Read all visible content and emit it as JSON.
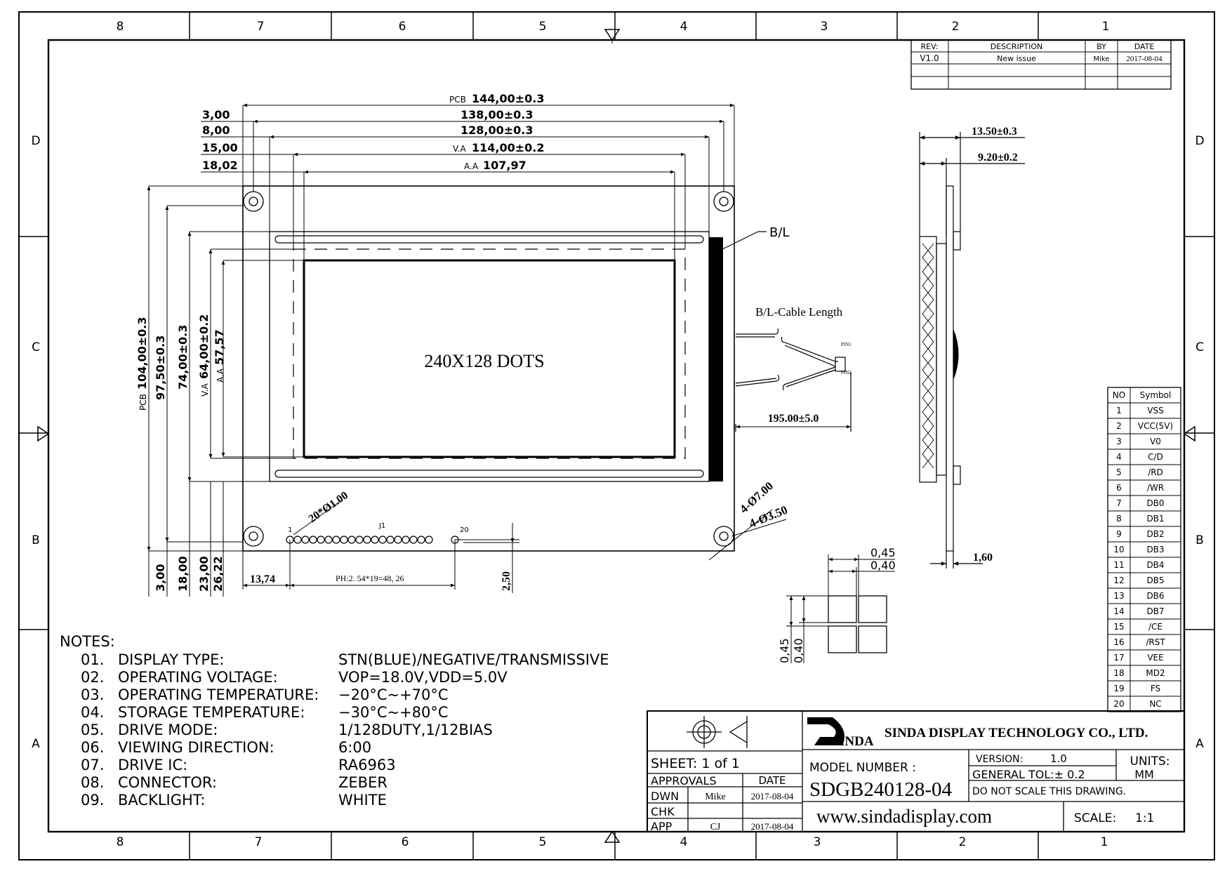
{
  "border": {
    "columns": [
      "8",
      "7",
      "6",
      "5",
      "4",
      "3",
      "2",
      "1"
    ],
    "rows": [
      "D",
      "C",
      "B",
      "A"
    ]
  },
  "revision_table": {
    "headers": [
      "REV:",
      "DESCRIPTION",
      "BY",
      "DATE"
    ],
    "rows": [
      [
        "V1.0",
        "New issue",
        "Mike",
        "2017-08-04"
      ]
    ]
  },
  "front_view": {
    "center_text": "240X128 DOTS",
    "backlight_label": "B/L",
    "cable_label": "B/L-Cable Length",
    "cable_length": "195.00±5.0",
    "pin_top": "PIN1",
    "pin_bottom": "PIN2",
    "connector_name": "J1",
    "connector_pin_first": "1",
    "connector_pin_last": "20",
    "connector_pitch": "PH:2. 54*19=48, 26",
    "pad_spec": "20*Ø1.00",
    "hole_outer": "4-Ø7.00",
    "hole_inner": "4-Ø3.50"
  },
  "dims_horizontal": [
    {
      "prefix": "PCB",
      "value": "144,00±0.3"
    },
    {
      "prefix": "",
      "value": "138,00±0.3"
    },
    {
      "prefix": "",
      "value": "128,00±0.3"
    },
    {
      "prefix": "V.A",
      "value": "114,00±0.2"
    },
    {
      "prefix": "A.A",
      "value": "107,97"
    }
  ],
  "dims_left_offsets": [
    "3,00",
    "8,00",
    "15,00",
    "18,02"
  ],
  "dims_vertical": [
    {
      "prefix": "PCB",
      "value": "104,00±0.3"
    },
    {
      "prefix": "",
      "value": "97,50±0.3"
    },
    {
      "prefix": "",
      "value": "74,00±0.3"
    },
    {
      "prefix": "V.A",
      "value": "64,00±0.2"
    },
    {
      "prefix": "A.A",
      "value": "57,57"
    }
  ],
  "dims_bottom_offsets": [
    "3,00",
    "18,00",
    "23,00",
    "26,22"
  ],
  "dim_13_74": "13,74",
  "dim_2_50": "2,50",
  "side_view": {
    "dim_total": "13.50±0.3",
    "dim_module": "9.20±0.2",
    "dim_pcb": "1,60"
  },
  "dot_detail": {
    "pitch_h": "0,45",
    "size_h": "0,40",
    "pitch_v": "0,45",
    "size_v": "0,40"
  },
  "pin_table": {
    "headers": [
      "NO",
      "Symbol"
    ],
    "rows": [
      [
        "1",
        "VSS"
      ],
      [
        "2",
        "VCC(5V)"
      ],
      [
        "3",
        "V0"
      ],
      [
        "4",
        "C/D"
      ],
      [
        "5",
        "/RD"
      ],
      [
        "6",
        "/WR"
      ],
      [
        "7",
        "DB0"
      ],
      [
        "8",
        "DB1"
      ],
      [
        "9",
        "DB2"
      ],
      [
        "10",
        "DB3"
      ],
      [
        "11",
        "DB4"
      ],
      [
        "12",
        "DB5"
      ],
      [
        "13",
        "DB6"
      ],
      [
        "14",
        "DB7"
      ],
      [
        "15",
        "/CE"
      ],
      [
        "16",
        "/RST"
      ],
      [
        "17",
        "VEE"
      ],
      [
        "18",
        "MD2"
      ],
      [
        "19",
        "FS"
      ],
      [
        "20",
        "NC"
      ]
    ]
  },
  "notes": {
    "title": "NOTES:",
    "items": [
      {
        "num": "01.",
        "label": "DISPLAY TYPE:",
        "value": "STN(BLUE)/NEGATIVE/TRANSMISSIVE"
      },
      {
        "num": "02.",
        "label": "OPERATING VOLTAGE:",
        "value": "VOP=18.0V,VDD=5.0V"
      },
      {
        "num": "03.",
        "label": "OPERATING TEMPERATURE:",
        "value": "−20°C~+70°C"
      },
      {
        "num": "04.",
        "label": "STORAGE TEMPERATURE:",
        "value": "−30°C~+80°C"
      },
      {
        "num": "05.",
        "label": "DRIVE MODE:",
        "value": "1/128DUTY,1/12BIAS"
      },
      {
        "num": "06.",
        "label": "VIEWING DIRECTION:",
        "value": "6:00"
      },
      {
        "num": "07.",
        "label": "DRIVE IC:",
        "value": "RA6963"
      },
      {
        "num": "08.",
        "label": "CONNECTOR:",
        "value": "ZEBER"
      },
      {
        "num": "09.",
        "label": "BACKLIGHT:",
        "value": "WHITE"
      }
    ]
  },
  "title_block": {
    "sheet": "SHEET:  1  of  1",
    "approvals": "APPROVALS",
    "date_header": "DATE",
    "dwn_label": "DWN",
    "dwn_name": "Mike",
    "dwn_date": "2017-08-04",
    "chk_label": "CHK",
    "app_label": "APP",
    "app_name": "CJ",
    "app_date": "2017-08-04",
    "logo_text": "INDA",
    "company": "SINDA DISPLAY TECHNOLOGY CO., LTD.",
    "model_label": "MODEL NUMBER :",
    "model_number": "SDGB240128-04",
    "version_label": "VERSION:",
    "version_value": "1.0",
    "units_label": "UNITS:",
    "units_value": "MM",
    "tolerance": "GENERAL TOL:± 0.2",
    "do_not_scale": "DO NOT SCALE THIS DRAWING.",
    "website": "www.sindadisplay.com",
    "scale_label": "SCALE:",
    "scale_value": "1:1"
  }
}
